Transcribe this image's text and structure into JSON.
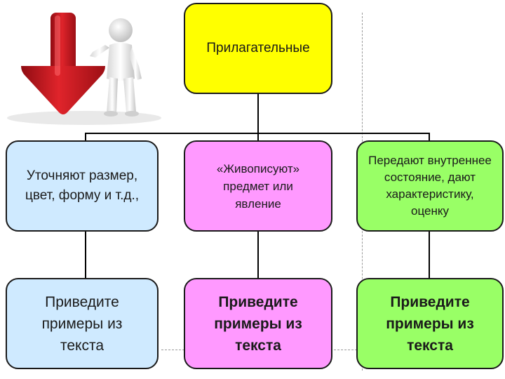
{
  "root": {
    "label": "Прилагательные"
  },
  "row1": [
    {
      "label": "Уточняют размер, цвет, форму и т.д.,"
    },
    {
      "label": "«Живописуют» предмет или явление"
    },
    {
      "label": "Передают внутреннее состояние, дают характеристику, оценку"
    }
  ],
  "row2": [
    {
      "label": "Приведите примеры из текста"
    },
    {
      "label": "Приведите примеры из текста"
    },
    {
      "label": "Приведите примеры из текста"
    }
  ],
  "colors": {
    "root": "#ffff00",
    "row1": [
      "#cfeaff",
      "#ff99ff",
      "#99ff66"
    ],
    "row2": [
      "#cfeaff",
      "#ff99ff",
      "#99ff66"
    ],
    "arrow": "#c8161d"
  },
  "illustration": {
    "icons": [
      "red-down-arrow-icon",
      "white-3d-person-icon"
    ]
  }
}
